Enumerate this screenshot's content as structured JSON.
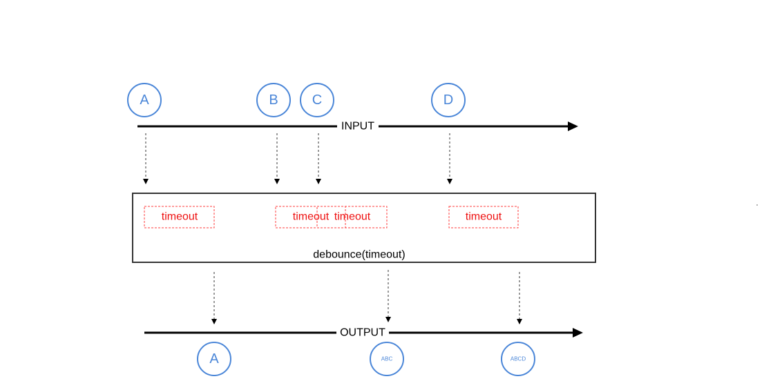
{
  "input": {
    "label": "INPUT",
    "events": [
      {
        "label": "A"
      },
      {
        "label": "B"
      },
      {
        "label": "C"
      },
      {
        "label": "D"
      }
    ]
  },
  "operator": {
    "label": "debounce(timeout)",
    "timeouts": [
      "timeout",
      "timeout",
      "timeout",
      "timeout"
    ]
  },
  "output": {
    "label": "OUTPUT",
    "events": [
      {
        "label": "A"
      },
      {
        "label": "ABC"
      },
      {
        "label": "ABCD"
      }
    ]
  },
  "colors": {
    "event_stroke": "#4a86d8",
    "event_text": "#4a86d8",
    "timeout_border": "#ff3b3b",
    "timeout_text": "#ee1111",
    "line": "#000000"
  }
}
